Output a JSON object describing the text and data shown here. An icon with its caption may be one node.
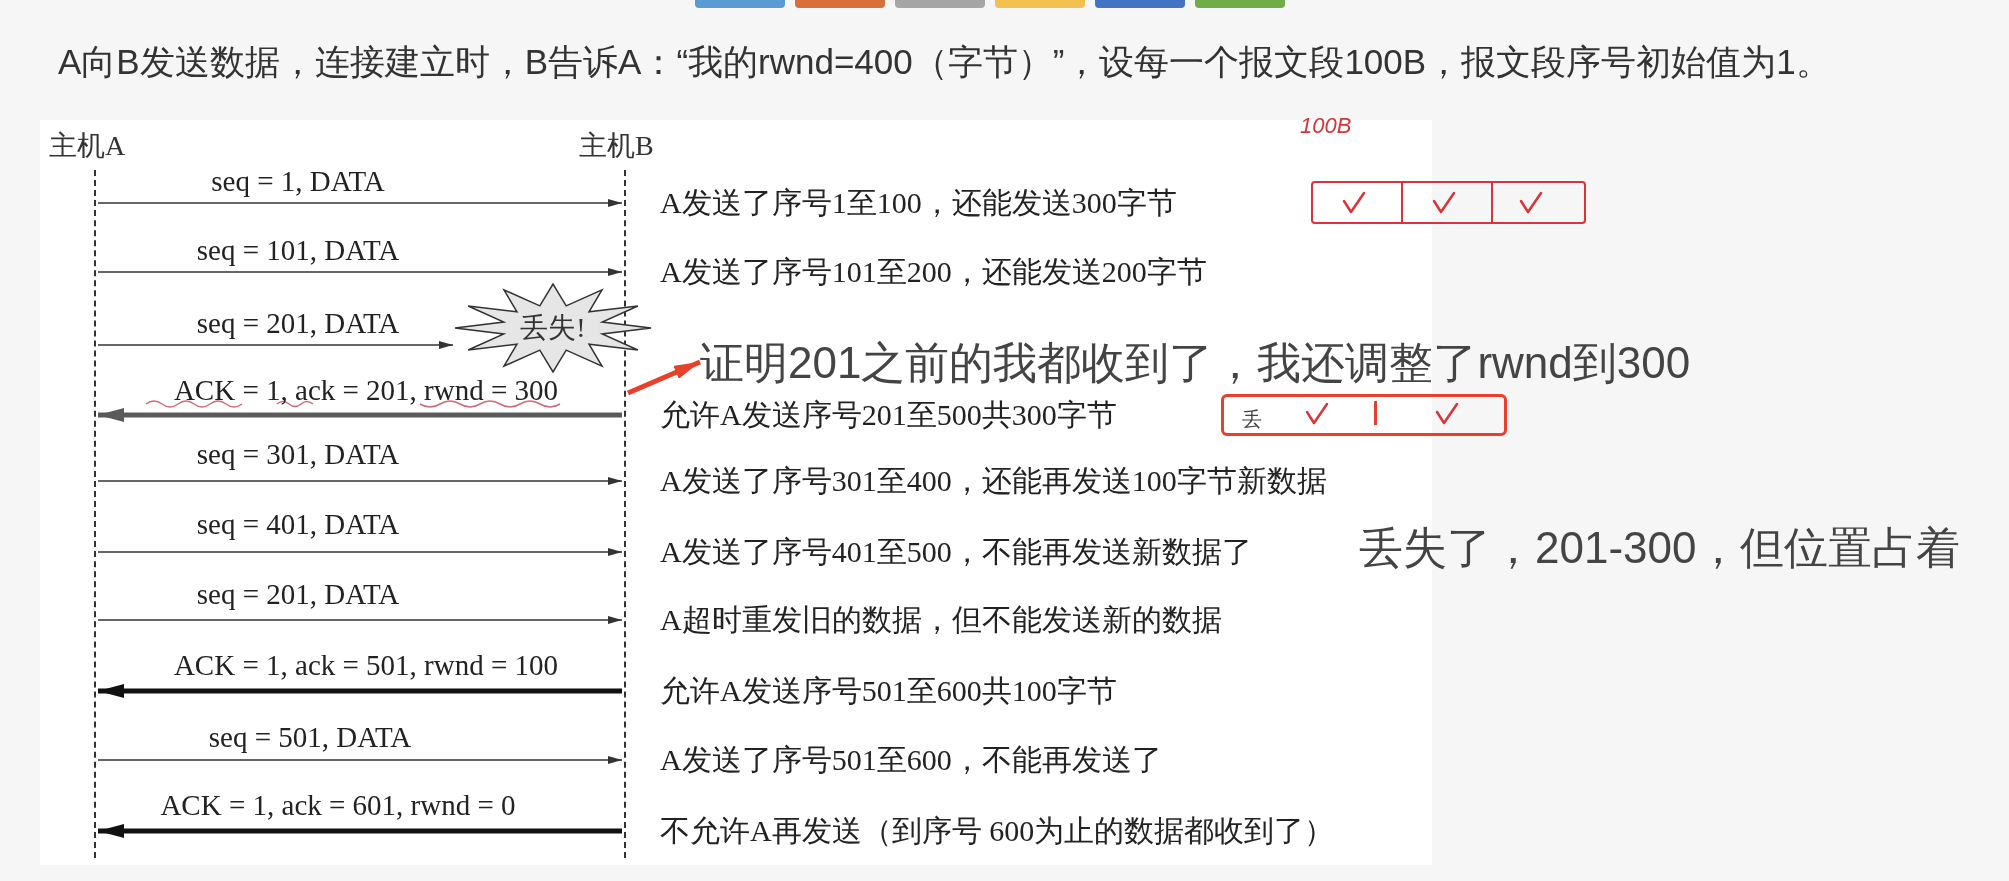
{
  "diagram": {
    "title": "A向B发送数据，连接建立时，B告诉A：“我的rwnd=400（字节）”，设每一个报文段100B，报文段序号初始值为1。",
    "nodes": [
      {
        "text": [
          "主机A"
        ]
      },
      {
        "text": [
          "主机B"
        ]
      },
      {
        "text": [
          "丢失!"
        ]
      },
      {
        "text": [
          "证明201之前的我都收到了，我还调整了rwnd到300"
        ]
      },
      {
        "text": [],
        "shape": "box"
      },
      {
        "text": [
          "丢"
        ]
      }
    ],
    "edges": [
      {
        "from": 0,
        "to": 1,
        "arrow": "to",
        "label": "seq = 1, DATA"
      },
      {
        "from": 0,
        "to": 1,
        "arrow": "to",
        "label": "seq = 101, DATA"
      },
      {
        "from": 0,
        "to": 2,
        "arrow": "to",
        "label": "seq = 201, DATA"
      },
      {
        "from": 1,
        "to": 0,
        "arrow": "to",
        "label": "ACK = 1, ack = 201, rwnd = 300",
        "style": "thick",
        "color": "#5a5a5a"
      },
      {
        "from": 0,
        "to": 1,
        "arrow": "to",
        "label": "seq = 301, DATA"
      },
      {
        "from": 0,
        "to": 1,
        "arrow": "to",
        "label": "seq = 401, DATA"
      },
      {
        "from": 0,
        "to": 1,
        "arrow": "to",
        "label": "seq = 201, DATA"
      },
      {
        "from": 1,
        "to": 0,
        "arrow": "to",
        "label": "ACK = 1, ack = 501, rwnd = 100",
        "style": "thick"
      },
      {
        "from": 0,
        "to": 1,
        "arrow": "to",
        "label": "seq = 501, DATA"
      },
      {
        "from": 1,
        "to": 0,
        "arrow": "to",
        "label": "ACK = 1, ack = 601, rwnd = 0",
        "style": "thick"
      },
      {
        "from": 1,
        "to": 3,
        "arrow": "to",
        "style": "thick",
        "color": "#e8402a"
      }
    ],
    "labels": [
      "100B",
      "A发送了序号1至100，还能发送300字节",
      "A发送了序号101至200，还能发送200字节",
      "允许A发送序号201至500共300字节",
      "A发送了序号301至400，还能再发送100字节新数据",
      "A发送了序号401至500，不能再发送新数据了",
      "A超时重发旧的数据，但不能发送新的数据",
      "允许A发送序号501至600共100字节",
      "A发送了序号501至600，不能再发送了",
      "不允许A再发送（到序号 600为止的数据都收到了）",
      "丢失了，201-300，但位置占着"
    ]
  }
}
